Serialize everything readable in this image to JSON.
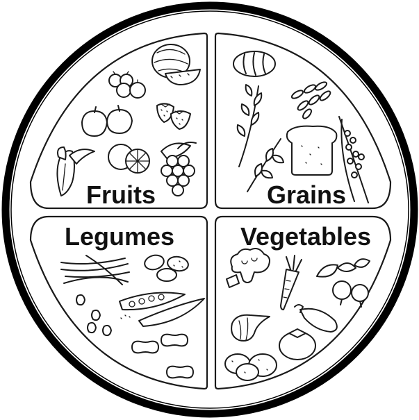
{
  "plate": {
    "quadrants": {
      "fruits": {
        "label": "Fruits"
      },
      "grains": {
        "label": "Grains"
      },
      "legumes": {
        "label": "Legumes"
      },
      "vegetables": {
        "label": "Vegetables"
      }
    },
    "icons": {
      "fruits": [
        "watermelon-icon",
        "cherry-tomatoes-icon",
        "apples-icon",
        "strawberries-icon",
        "banana-icon",
        "orange-icon",
        "grapes-icon"
      ],
      "grains": [
        "bread-roll-icon",
        "wheat-stalk-icon",
        "rice-grains-icon",
        "bread-slice-icon",
        "millet-stalk-icon",
        "oat-sprig-icon"
      ],
      "legumes": [
        "long-beans-icon",
        "fava-beans-icon",
        "bean-seeds-icon",
        "pea-pods-icon",
        "peanuts-icon"
      ],
      "vegetables": [
        "broccoli-icon",
        "carrot-icon",
        "radish-icon",
        "eggplant-icon",
        "onion-icon",
        "tomato-icon",
        "potatoes-icon"
      ]
    }
  }
}
